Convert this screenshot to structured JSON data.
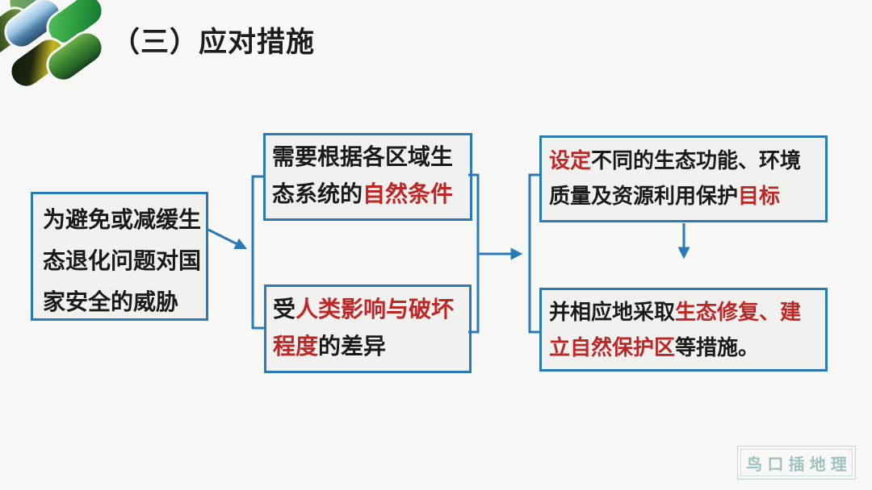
{
  "slide": {
    "title": "（三）应对措施"
  },
  "colors": {
    "accent_blue": "#2a7ab8",
    "emphasis_red": "#bf2626",
    "text_black": "#1a1a1a",
    "box_fill": "#f1f1ef",
    "background": "#f8f8f7",
    "watermark_teal": "#8fb9b7"
  },
  "flowchart": {
    "boxes": {
      "cause": {
        "lines": [
          [
            {
              "t": "为避免或减缓生",
              "c": "k"
            }
          ],
          [
            {
              "t": "态退化问题对国",
              "c": "k"
            }
          ],
          [
            {
              "t": "家安全的威胁",
              "c": "k"
            }
          ]
        ]
      },
      "basis_natural": {
        "lines": [
          [
            {
              "t": "需要根据各区域生",
              "c": "k"
            }
          ],
          [
            {
              "t": "态系统的",
              "c": "k"
            },
            {
              "t": "自然条件",
              "c": "r"
            }
          ]
        ]
      },
      "basis_human": {
        "lines": [
          [
            {
              "t": "受",
              "c": "k"
            },
            {
              "t": "人类影响与破坏",
              "c": "r"
            }
          ],
          [
            {
              "t": "程度",
              "c": "r"
            },
            {
              "t": "的差异",
              "c": "k"
            }
          ]
        ]
      },
      "goal": {
        "lines": [
          [
            {
              "t": "设定",
              "c": "r"
            },
            {
              "t": "不同的生态功能、环境",
              "c": "k"
            }
          ],
          [
            {
              "t": "质量及资源利用保护",
              "c": "k"
            },
            {
              "t": "目标",
              "c": "r"
            }
          ]
        ]
      },
      "measure": {
        "lines": [
          [
            {
              "t": "并相应地采取",
              "c": "k"
            },
            {
              "t": "生态修复、建",
              "c": "r"
            }
          ],
          [
            {
              "t": "立自然保护区",
              "c": "r"
            },
            {
              "t": "等措施。",
              "c": "k"
            }
          ]
        ]
      }
    }
  },
  "watermark": {
    "glyphs": [
      "鸟",
      "口",
      "插",
      "地",
      "理"
    ]
  }
}
